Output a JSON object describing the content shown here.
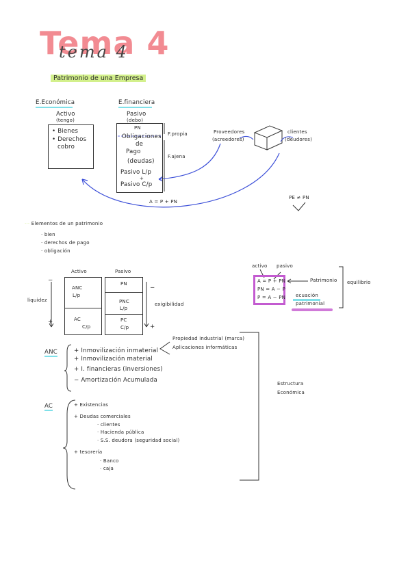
{
  "title": {
    "block": "Tema 4",
    "script": "tema 4"
  },
  "subtitle": "Patrimonio de una Empresa",
  "economic": {
    "heading": "E.Económica",
    "col_title": "Activo",
    "col_sub": "(tengo)",
    "items": [
      "• Bienes",
      "• Derechos",
      "cobro"
    ]
  },
  "financial": {
    "heading": "E.financiera",
    "col_title": "Pasivo",
    "col_sub": "(debo)",
    "pn": "PN",
    "oblig1": "Obligaciones",
    "oblig2": "de",
    "oblig3": "Pago",
    "oblig4": "(deudas)",
    "pasivo_lp": "Pasivo L/p",
    "plus": "+",
    "pasivo_cp": "Pasivo C/p",
    "f_propia": "F.propia",
    "f_ajena": "F.ajena"
  },
  "flow": {
    "proveedores1": "Proveedores",
    "proveedores2": "(acreedores)",
    "clientes1": "clientes",
    "clientes2": "(deudores)",
    "equation": "A = P + PN",
    "pe_pn": "PE ≠ PN"
  },
  "elements": {
    "heading": "Elementos de un patrimonio",
    "items": [
      "· bien",
      "· derechos de pago",
      "· obligación"
    ]
  },
  "balance": {
    "activo": "Activo",
    "pasivo": "Pasivo",
    "liquidez": "liquidez",
    "exigibilidad": "exigibilidad",
    "anc1": "ANC",
    "anc2": "L/p",
    "ac1": "AC",
    "ac2": "C/p",
    "pn": "PN",
    "pnc1": "PNC",
    "pnc2": "L/p",
    "pc1": "PC",
    "pc2": "C/p",
    "minus_left": "−",
    "plus_left": "+",
    "minus_right": "−",
    "plus_right": "+"
  },
  "equilibrium": {
    "activo": "activo",
    "pasivo": "pasivo",
    "eq1": "A = P + PN",
    "eq2": "PN = A − P",
    "eq3": "P = A − PN",
    "patrimonio": "Patrimonio",
    "ecuacion1": "ecuación",
    "ecuacion2": "patrimonial",
    "equilibrio": "equilibrio"
  },
  "anc": {
    "label": "ANC",
    "items": [
      "+ Inmovilización inmaterial",
      "+ Inmovilización material",
      "+ I. financieras (inversiones)",
      "− Amortización Acumulada"
    ],
    "sub1": "Propiedad industrial (marca)",
    "sub2": "Aplicaciones informáticas"
  },
  "ac": {
    "label": "AC",
    "existencias": "+ Existencias",
    "deudas": "+ Deudas comerciales",
    "deudas_items": [
      "· clientes",
      "· Hacienda pública",
      "· S.S. deudora (seguridad social)"
    ],
    "tesoreria": "+ tesorería",
    "tesoreria_items": [
      "· Banco",
      "· caja"
    ]
  },
  "estructura": {
    "line1": "Estructura",
    "line2": "Económica"
  },
  "colors": {
    "title_pink": "#f28b92",
    "highlight_green": "#d3f08c",
    "highlight_cyan": "#7fe0e9",
    "purple": "#c35bd0",
    "arrow_blue": "#3c4fd8"
  }
}
